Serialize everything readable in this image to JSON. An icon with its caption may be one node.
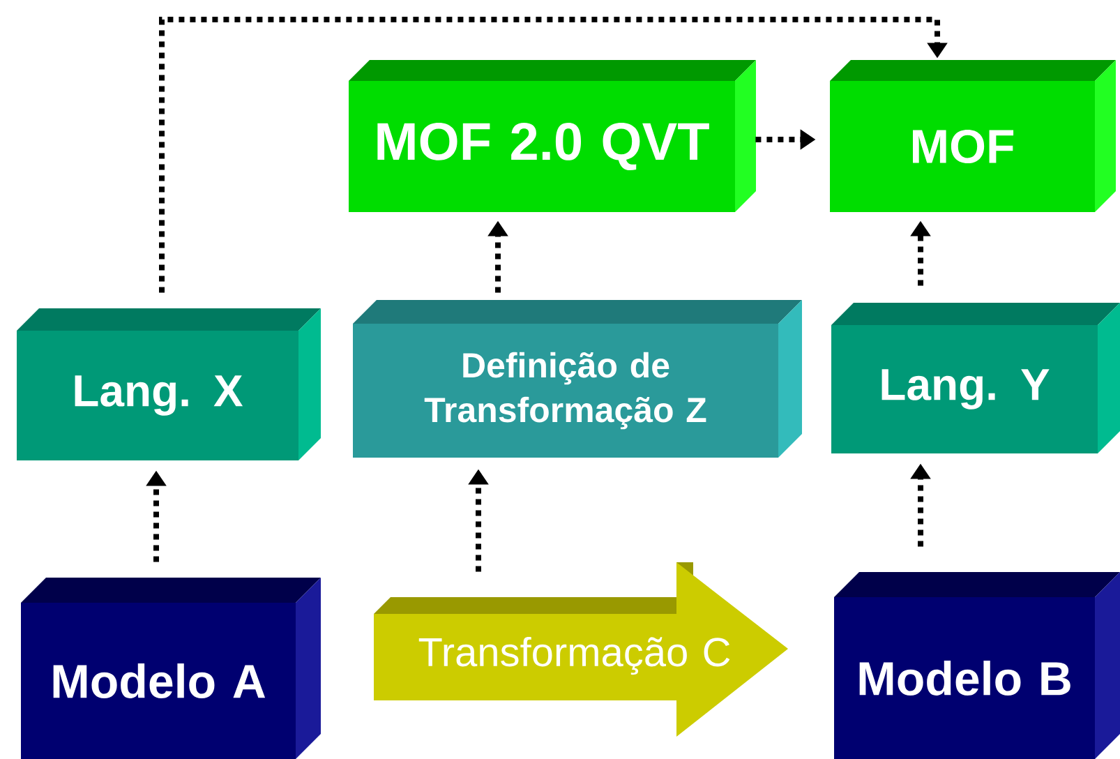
{
  "diagram": {
    "nodes": [
      {
        "text": [
          "MOF 2.0 QVT"
        ]
      },
      {
        "text": [
          "MOF"
        ]
      },
      {
        "text": [
          "Lang. X"
        ]
      },
      {
        "text": [
          "Definição de Transformação Z"
        ]
      },
      {
        "text": [
          "Lang. Y"
        ]
      },
      {
        "text": [
          "Modelo A"
        ]
      },
      {
        "text": [
          "Transformação C"
        ]
      },
      {
        "text": [
          "Modelo B"
        ]
      }
    ],
    "edges": [
      {
        "from": 2,
        "to": 1,
        "arrow": "to",
        "style": "dashed"
      },
      {
        "from": 0,
        "to": 1,
        "arrow": "to",
        "style": "dashed"
      },
      {
        "from": 3,
        "to": 0,
        "arrow": "to",
        "style": "dashed"
      },
      {
        "from": 4,
        "to": 1,
        "arrow": "to",
        "style": "dashed"
      },
      {
        "from": 5,
        "to": 2,
        "arrow": "to",
        "style": "dashed"
      },
      {
        "from": 6,
        "to": 3,
        "arrow": "to",
        "style": "dashed"
      },
      {
        "from": 7,
        "to": 4,
        "arrow": "to",
        "style": "dashed"
      }
    ]
  }
}
